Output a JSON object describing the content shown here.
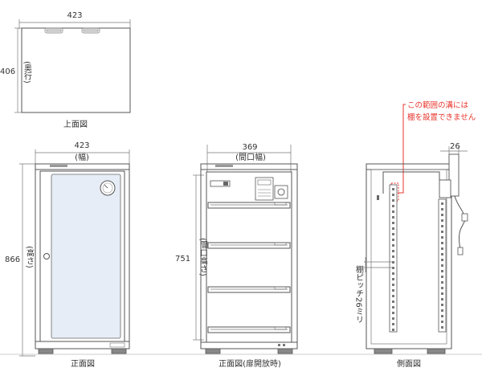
{
  "top_view": {
    "width_label": "423",
    "depth_label": "406",
    "depth_caption": "(奥行)",
    "caption": "上面図"
  },
  "front_view": {
    "width_label": "423",
    "width_caption": "(幅)",
    "height_label": "866",
    "height_caption": "(高さ)",
    "caption": "正面図"
  },
  "open_view": {
    "width_label": "369",
    "width_caption": "(間口幅)",
    "height_label": "751",
    "height_caption": "(間口高さ)",
    "caption": "正面図(扉開放時)"
  },
  "side_view": {
    "note_line1": "この範囲の溝には",
    "note_line2": "棚を設置できません",
    "clearance_label": "26",
    "pitch_label": "棚ピッチ26ミリ",
    "caption": "側面図"
  },
  "colors": {
    "note_red": "#e8342c",
    "line": "#555555",
    "panel_blue": "#e7edf6"
  }
}
